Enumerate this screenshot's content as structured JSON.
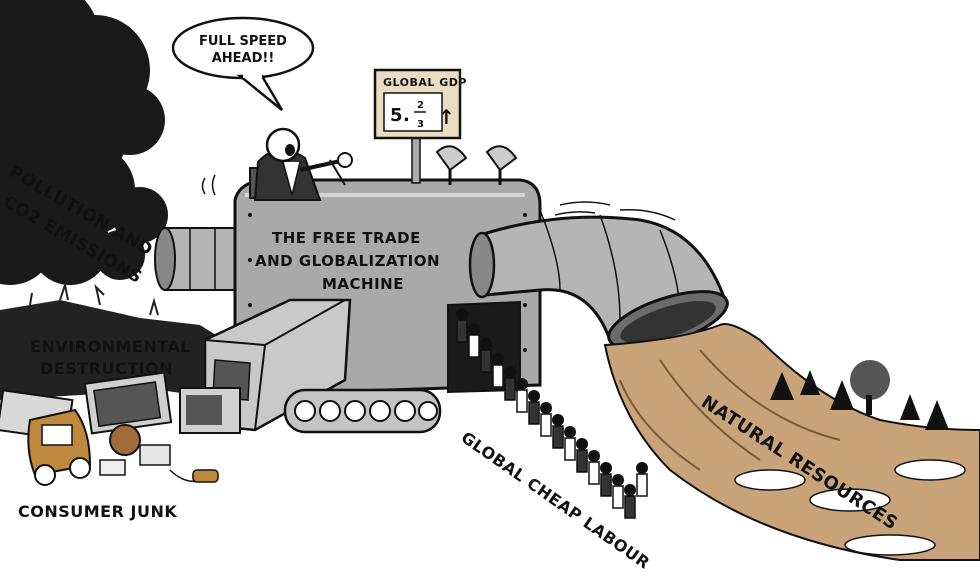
{
  "speech_bubble": {
    "line1": "FULL SPEED",
    "line2": "AHEAD!!"
  },
  "gdp_sign": {
    "title": "GLOBAL GDP",
    "value": "5.",
    "fraction_num": "2",
    "fraction_den": "3",
    "arrow": "↑"
  },
  "machine_label": {
    "line1": "THE FREE TRADE",
    "line2": "AND GLOBALIZATION",
    "line3": "MACHINE"
  },
  "pollution_label": {
    "line1": "POLLUTION AND",
    "line2": "CO2 EMISSIONS"
  },
  "environment_label": {
    "line1": "ENVIRONMENTAL",
    "line2": "DESTRUCTION"
  },
  "consumer_label": "CONSUMER JUNK",
  "labour_label": "GLOBAL CHEAP LABOUR",
  "resources_label": "NATURAL RESOURCES",
  "colors": {
    "ink": "#111111",
    "smoke": "#1a1a1a",
    "metal": "#a9a9a9",
    "metal_light": "#d4d4d4",
    "sign_bg": "#e9dcc0",
    "resources": "#c9a37a",
    "ground": "#222222"
  }
}
